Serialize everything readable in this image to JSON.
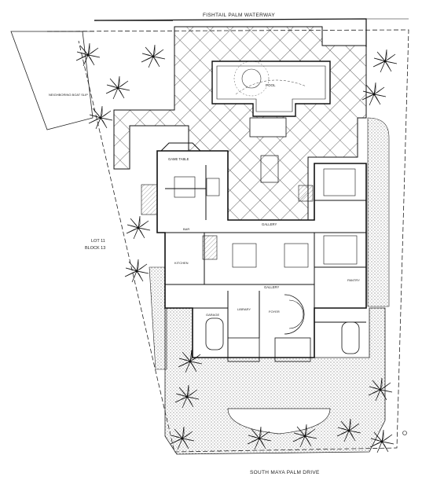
{
  "streets": {
    "top": "FISHTAIL PALM WATERWAY",
    "bottom": "SOUTH MAYA PALM DRIVE"
  },
  "lot": {
    "line1": "LOT 11",
    "line2": "BLOCK 13"
  },
  "rooms": {
    "pool": "POOL",
    "game_table": "GAME TABLE",
    "gallery_upper": "GALLERY",
    "gallery_lower": "GALLERY",
    "library": "LIBRARY",
    "foyer": "FOYER",
    "garage": "GARAGE",
    "kitchen": "KITCHEN",
    "pantry": "PANTRY",
    "bar": "BAR",
    "neighboring_boat_slip": "NEIGHBORING BOAT SLIP"
  },
  "colors": {
    "line": "#1a1a1a",
    "hatch": "#333333",
    "background": "#ffffff"
  }
}
